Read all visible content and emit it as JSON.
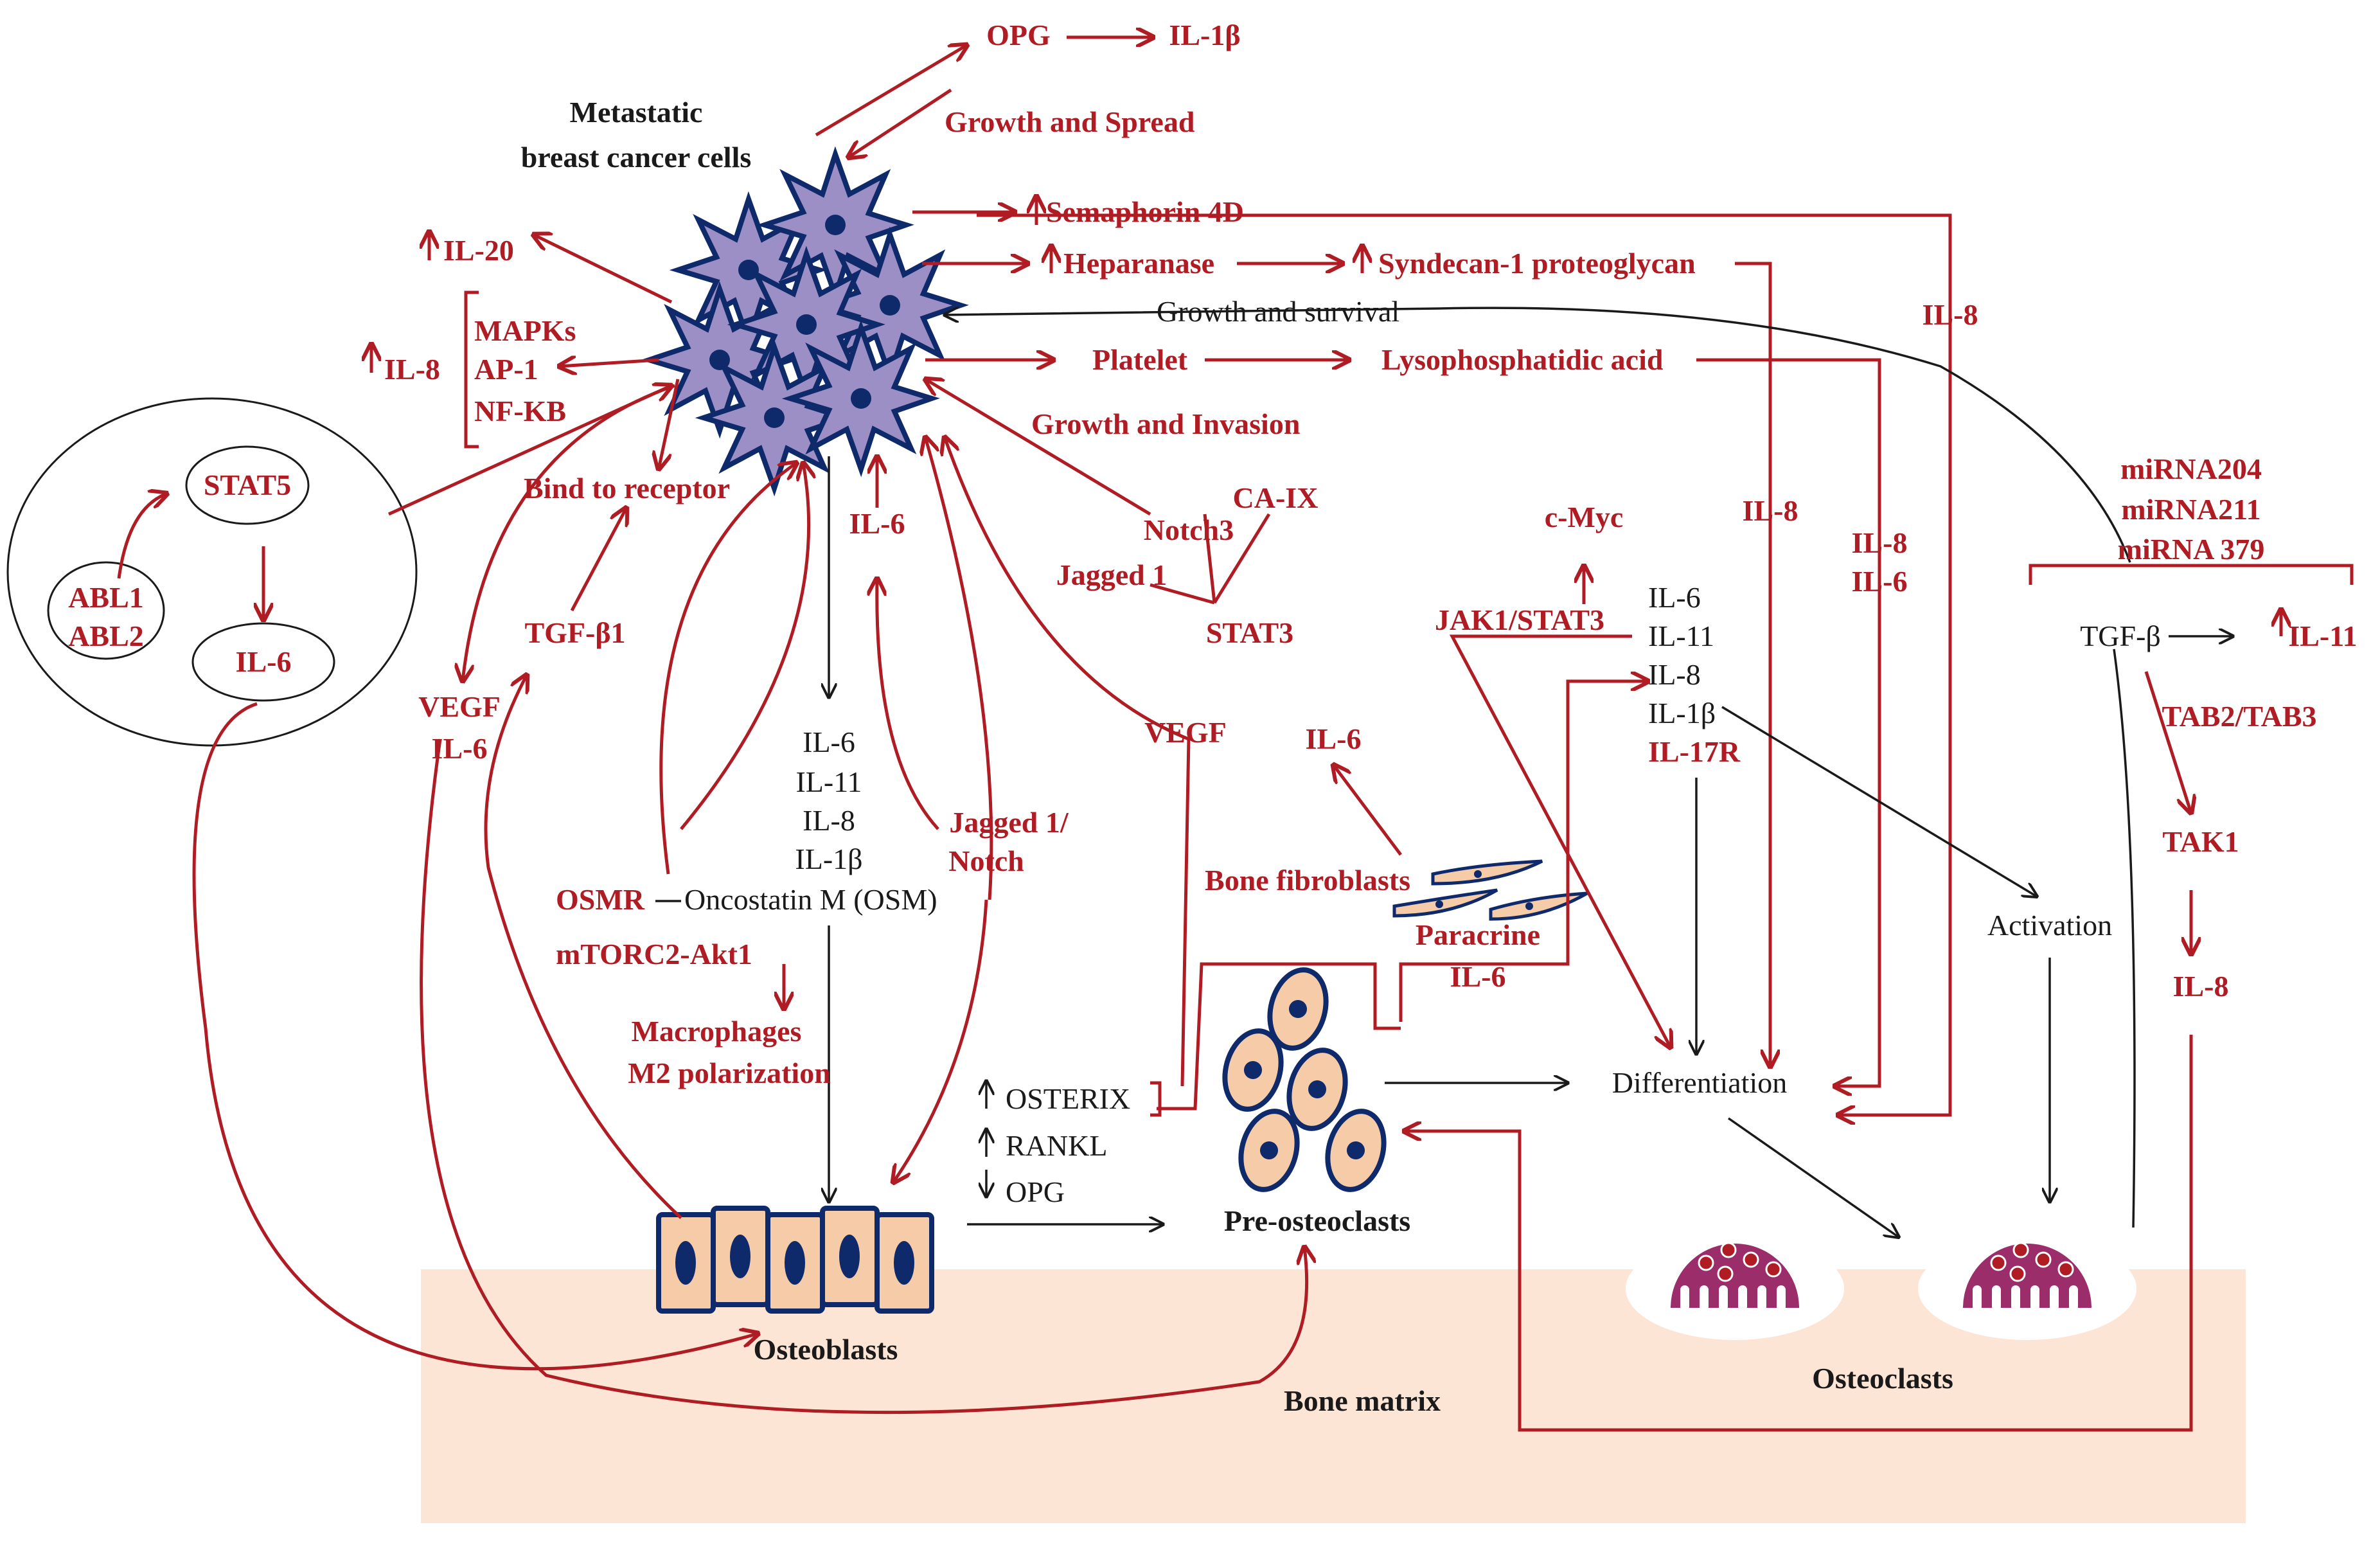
{
  "colors": {
    "accent_red": "#b01c24",
    "text_dark": "#1a1a1a",
    "bone_matrix": "#fde5d6",
    "cancer_cell": "#9b8fc6",
    "cell_nucleus": "#0e2a6b",
    "osteoblast_fill": "#f6cba8",
    "osteoclast_fill": "#9b2d6b"
  },
  "labels": {
    "metastatic_line1": "Metastatic",
    "metastatic_line2": "breast cancer cells",
    "opg_top": "OPG",
    "il1b_top": "IL-1β",
    "growth_spread": "Growth and Spread",
    "semaphorin": "Semaphorin 4D",
    "heparanase": "Heparanase",
    "syndecan": "Syndecan-1 proteoglycan",
    "growth_survival": "Growth and survival",
    "platelet": "Platelet",
    "lpa": "Lysophosphatidic acid",
    "growth_invasion": "Growth and Invasion",
    "il20": "IL-20",
    "il8_left": "IL-8",
    "mapks": "MAPKs",
    "ap1": "AP-1",
    "nfkb": "NF-KB",
    "stat5": "STAT5",
    "abl1": "ABL1",
    "abl2": "ABL2",
    "il6_oval": "IL-6",
    "bind_receptor": "Bind to receptor",
    "tgfb1": "TGF-β1",
    "vegf_left": "VEGF",
    "il6_left": "IL-6",
    "il6_mid": "IL-6",
    "cyt_il6": "IL-6",
    "cyt_il11": "IL-11",
    "cyt_il8": "IL-8",
    "cyt_il1b": "IL-1β",
    "jagged_notch_1": "Jagged 1/",
    "jagged_notch_2": "Notch",
    "osmr": "OSMR",
    "osm": "Oncostatin M (OSM)",
    "mtorc2": "mTORC2-Akt1",
    "macrophages": "Macrophages",
    "m2": "M2 polarization",
    "notch3": "Notch3",
    "caix": "CA-IX",
    "jagged1": "Jagged 1",
    "stat3": "STAT3",
    "vegf_mid": "VEGF",
    "il6_stat3": "IL-6",
    "bone_fibroblasts": "Bone fibroblasts",
    "paracrine": "Paracrine",
    "paracrine_il6": "IL-6",
    "cmyc": "c-Myc",
    "jak1": "JAK1/STAT3",
    "rc_il6": "IL-6",
    "rc_il11": "IL-11",
    "rc_il8": "IL-8",
    "rc_il1b": "IL-1β",
    "rc_il17r": "IL-17R",
    "il8_a": "IL-8",
    "il8_b": "IL-8",
    "il8_c": "IL-8",
    "il6_c": "IL-6",
    "mir204": "miRNA204",
    "mir211": "miRNA211",
    "mir379": "miRNA 379",
    "tgfb": "TGF-β",
    "il11_right": "IL-11",
    "tab": "TAB2/TAB3",
    "tak1": "TAK1",
    "il8_right": "IL-8",
    "activation": "Activation",
    "differentiation": "Differentiation",
    "osterix": "OSTERIX",
    "rankl": "RANKL",
    "opg_low": "OPG",
    "pre_osteoclasts": "Pre-osteoclasts",
    "osteoblasts": "Osteoblasts",
    "bone_matrix": "Bone matrix",
    "osteoclasts": "Osteoclasts"
  }
}
